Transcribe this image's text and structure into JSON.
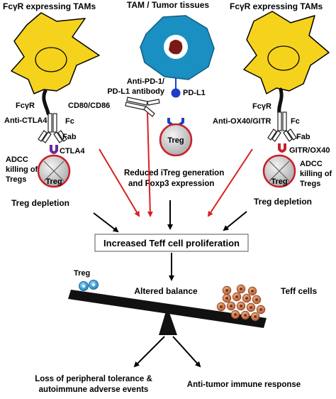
{
  "left_panel": {
    "title": "FcγR expressing TAMs",
    "fcgr_label": "FcγR",
    "antibody_label": "Anti-CTLA4",
    "fc_label": "Fc",
    "fab_label": "Fab",
    "cd80_label": "CD80/CD86",
    "ctla4_label": "CTLA4",
    "adcc_lines": [
      "ADCC",
      "killing of",
      "Tregs"
    ],
    "treg_label": "Treg",
    "outcome": "Treg depletion"
  },
  "center_panel": {
    "title": "TAM / Tumor tissues",
    "antibody_lines": [
      "Anti-PD-1/",
      "PD-L1 antibody"
    ],
    "pdl1_label": "PD-L1",
    "treg_label": "Treg",
    "outcome_lines": [
      "Reduced iTreg generation",
      "and Foxp3 expression"
    ]
  },
  "right_panel": {
    "title": "FcγR expressing TAMs",
    "fcgr_label": "FcγR",
    "antibody_label": "Anti-OX40/GITR",
    "fc_label": "Fc",
    "fab_label": "Fab",
    "receptor_label": "GITR/OX40",
    "adcc_lines": [
      "ADCC",
      "killing of",
      "Tregs"
    ],
    "treg_label": "Treg",
    "outcome": "Treg depletion"
  },
  "central_box": "Increased Teff cell proliferation",
  "balance": {
    "treg_label": "Treg",
    "altered_label": "Altered balance",
    "teff_label": "Teff cells"
  },
  "bottom": {
    "left_lines": [
      "Loss of peripheral tolerance &",
      "autoimmune adverse events"
    ],
    "right": "Anti-tumor immune response"
  },
  "colors": {
    "tam_yellow": "#f5d31c",
    "tumor_blue": "#1a8fc1",
    "nucleus_red": "#7a1a14",
    "treg_ring": "#c8202a",
    "arrow_red": "#d82020",
    "receptor_purple": "#6a2a9a",
    "pdl1_blue": "#1c3fc8",
    "teff_cell": "#d07a4e"
  }
}
